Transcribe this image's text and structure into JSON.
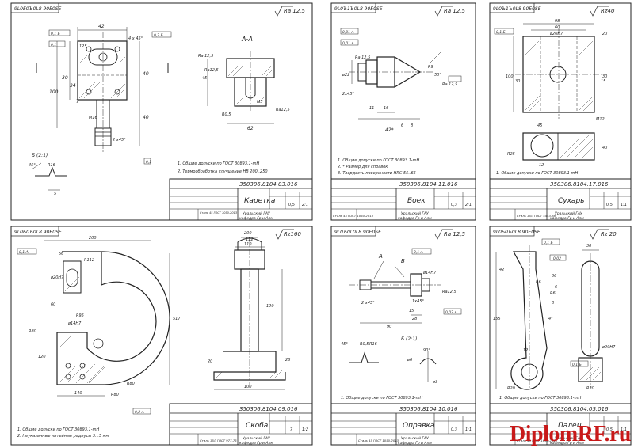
{
  "sheets": [
    {
      "stamp": "9L0E0Ъ0L8 90E0SE",
      "roughness": "Ra 12,5",
      "drawing_no": "350306.8104.03.016",
      "part_name": "Каретка",
      "material_a": "Сталь 45 ГОСТ 1050-2013",
      "org_a": "Уральский ГАУ",
      "org_b": "кафедра Гр и Алм",
      "scale": "0,5",
      "sheet_info": "2:1",
      "section_label": "А-А",
      "detail_label": "Б (2:1)",
      "notes": [
        "1. Общие допуски по ГОСТ 30893.1-mH",
        "2. Термообработка улучшение НВ 200..250"
      ],
      "dims": [
        "42",
        "4 x 45°",
        "40",
        "125",
        "30",
        "100",
        "34",
        "M16",
        "40",
        "7",
        "2 x45°",
        "Ra 12,5",
        "45",
        "62",
        "M5",
        "Ra12,5",
        "Ra12,5",
        "R0,5",
        "R16",
        "45°",
        "5"
      ],
      "tols": [
        "0,1 Б",
        "0,2 Б",
        "0,1",
        "0,1"
      ]
    },
    {
      "stamp": "9L0Ъ1Ъ0L8 90E0SE",
      "roughness": "Ra 12,5",
      "drawing_no": "350306.8104.11.016",
      "part_name": "Боек",
      "material_a": "Сталь 45 ГОСТ 1050-2013",
      "org_a": "Уральский ГАУ",
      "org_b": "кафедра Гр и Алм",
      "scale": "0,3",
      "sheet_info": "2:1",
      "notes": [
        "1. Общие допуски по ГОСТ 30893.1-mH",
        "2. * Размер для справок",
        "3. Твердость поверхности НRC 55..65"
      ],
      "dims": [
        "ø22",
        "Ra 12,5",
        "2x45°",
        "11",
        "16",
        "6",
        "42*",
        "8",
        "R9",
        "50°",
        "Ra 12,5"
      ],
      "tols": [
        "0,01 А",
        "0,01 А"
      ]
    },
    {
      "stamp": "9L0Ъ1Ъ0L8 90E0SE",
      "roughness": "Rz40",
      "drawing_no": "350306.8104.17.016",
      "part_name": "Сухарь",
      "material_a": "Сталь 15Л ГОСТ 4543-88",
      "org_a": "Уральский ГАУ",
      "org_b": "кафедра Гр и Алм",
      "scale": "0,5",
      "sheet_info": "1:1",
      "notes": [
        "1. Общие допуски по ГОСТ 30893.1-mH"
      ],
      "dims": [
        "98",
        "60",
        "ø20Н7",
        "20",
        "100",
        "30",
        "15",
        "M12",
        "45",
        "30",
        "40",
        "12",
        "R25"
      ],
      "tols": [
        "0,1 Б"
      ]
    },
    {
      "stamp": "9L0Б0Ъ0L8 90E0SE",
      "roughness": "Rz160",
      "drawing_no": "350306.8104.09.016",
      "part_name": "Скоба",
      "material_a": "Сталь 15Л ГОСТ 977-75",
      "org_a": "Уральский ГАУ",
      "org_b": "кафедра Гр и Алм",
      "scale": "7",
      "sheet_info": "1:2",
      "notes": [
        "1. Общие допуски по ГОСТ 30893.1-mH",
        "2. Неуказанные литейные радиусы 3...5 мм"
      ],
      "dims": [
        "200",
        "56",
        "ø20Н7",
        "60",
        "R112",
        "R95",
        "R80",
        "517",
        "140",
        "R80",
        "R80",
        "ø14Н7",
        "120",
        "110",
        "200",
        "112",
        "120",
        "20",
        "100",
        "26"
      ],
      "tols": [
        "0,1 А",
        "0,2 А"
      ]
    },
    {
      "stamp": "9L0Ъ0L0L8 90E0SE",
      "roughness": "Ra 12,5",
      "drawing_no": "350306.8104.10.016",
      "part_name": "Оправка",
      "material_a": "Сталь 45 ГОСТ 1050-2013",
      "org_a": "Уральский ГАУ",
      "org_b": "кафедра Гр и Алм",
      "scale": "0,3",
      "sheet_info": "1:1",
      "notes": [
        "1. Общие допуски по ГОСТ 30893.1-mH"
      ],
      "dims": [
        "А",
        "Б",
        "ø14Н7",
        "2 x45°",
        "1x45°",
        "90",
        "28",
        "15",
        "Ra12,5",
        "45°",
        "R0,5",
        "R16",
        "90°",
        "ø6",
        "ø3"
      ],
      "tols": [
        "0,1 А",
        "0,02 А"
      ],
      "detail_label": "Б (2:1)"
    },
    {
      "stamp": "9L0Б0Ъ0L8 90E0SE",
      "roughness": "Rz 20",
      "drawing_no": "350306.8104.05.016",
      "part_name": "Палец",
      "material_a": "Сталь 45 ГОСТ 1050-2013",
      "org_a": "Уральский ГАУ",
      "org_b": "кафедра Гр и Алм",
      "scale": "0,5",
      "sheet_info": "1:1",
      "notes": [
        "1. Общие допуски по ГОСТ 30893.1-mH"
      ],
      "dims": [
        "30",
        "42",
        "36",
        "6",
        "R6",
        "8",
        "R6",
        "155",
        "4°",
        "12",
        "ø20Н7",
        "R20",
        "R20"
      ],
      "tols": [
        "0,1 Б",
        "0,02",
        "0,1 Б"
      ]
    }
  ],
  "watermark": {
    "part1": "Diplom",
    "part2": "RF",
    "part3": ".ru"
  },
  "colors": {
    "line": "#222222",
    "sheet_bg": "#ffffff",
    "watermark": "#c81919"
  }
}
